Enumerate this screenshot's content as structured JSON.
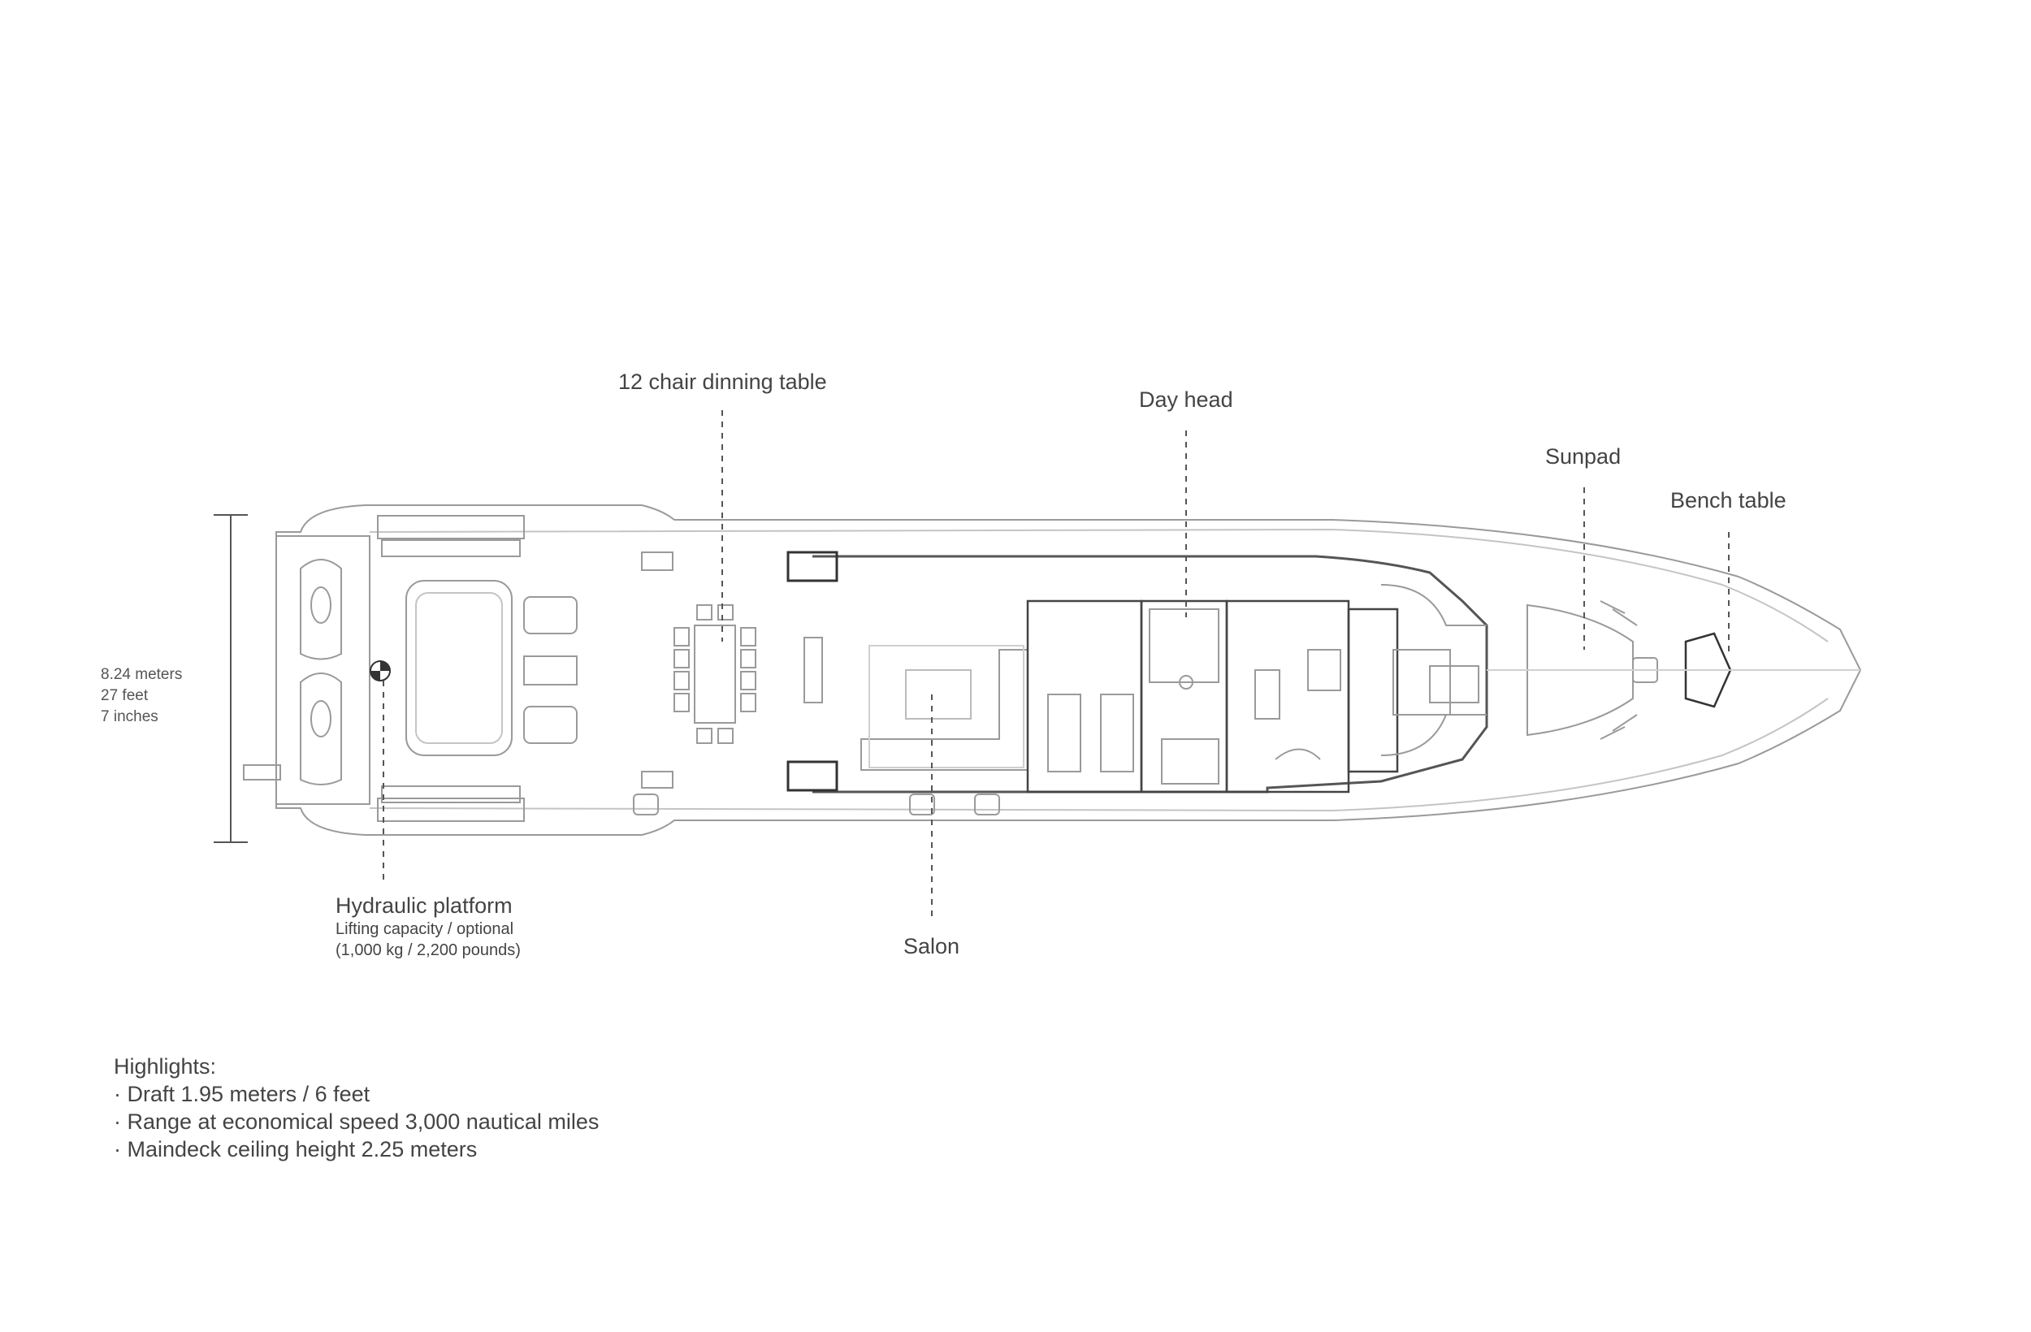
{
  "labels": {
    "dining_table": "12 chair dinning table",
    "day_head": "Day head",
    "sunpad": "Sunpad",
    "bench_table": "Bench table",
    "salon": "Salon",
    "hydraulic_title": "Hydraulic platform",
    "hydraulic_line1": "Lifting capacity / optional",
    "hydraulic_line2": "(1,000 kg / 2,200 pounds)"
  },
  "beam": {
    "meters": "8.24 meters",
    "feet": "27 feet",
    "inches": "7 inches"
  },
  "highlights": {
    "title": "Highlights:",
    "items": [
      "· Draft 1.95 meters / 6 feet",
      "· Range at economical speed 3,000 nautical miles",
      "· Maindeck ceiling height 2.25 meters"
    ]
  }
}
